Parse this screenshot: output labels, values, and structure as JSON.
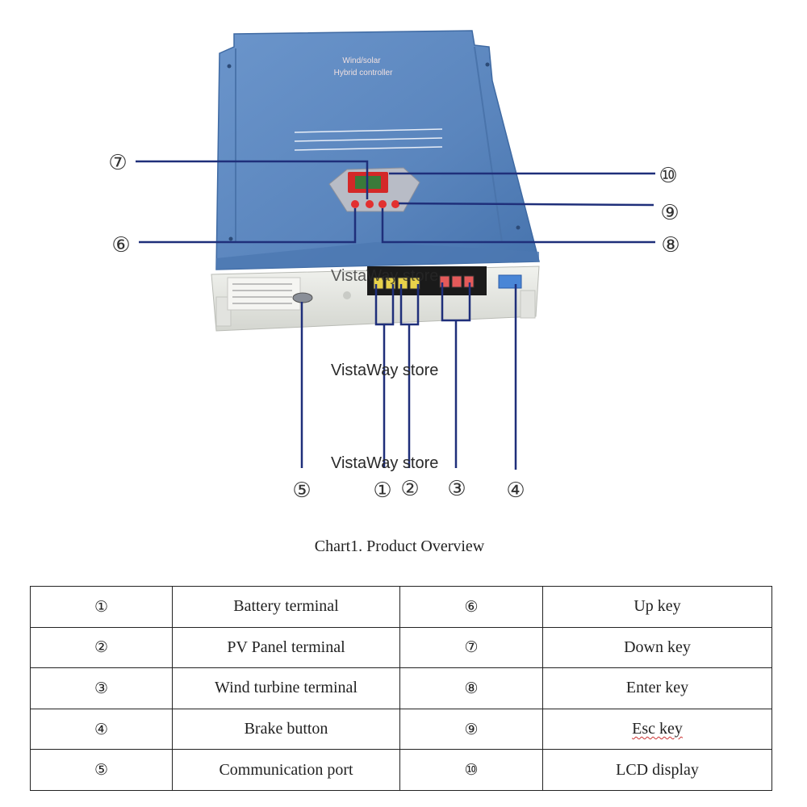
{
  "product": {
    "panel_text_line1": "Wind/solar",
    "panel_text_line2": "Hybrid controller"
  },
  "callouts": {
    "c1": "①",
    "c2": "②",
    "c3": "③",
    "c4": "④",
    "c5": "⑤",
    "c6": "⑥",
    "c7": "⑦",
    "c8": "⑧",
    "c9": "⑨",
    "c10": "⑩"
  },
  "watermarks": {
    "w1": "VistaWay store",
    "w2": "VistaWay store",
    "w3": "VistaWay store"
  },
  "caption": "Chart1. Product Overview",
  "legend": {
    "rows": [
      {
        "num_left": "①",
        "label_left": "Battery terminal",
        "num_right": "⑥",
        "label_right": "Up key"
      },
      {
        "num_left": "②",
        "label_left": "PV Panel terminal",
        "num_right": "⑦",
        "label_right": "Down key"
      },
      {
        "num_left": "③",
        "label_left": "Wind turbine terminal",
        "num_right": "⑧",
        "label_right": "Enter key"
      },
      {
        "num_left": "④",
        "label_left": "Brake button",
        "num_right": "⑨",
        "label_right": "Esc key"
      },
      {
        "num_left": "⑤",
        "label_left": "Communication port",
        "num_right": "⑩",
        "label_right": "LCD display"
      }
    ]
  },
  "colors": {
    "housing": "#5b86bd",
    "housing_dark": "#3f6aa3",
    "leader": "#1f2f7a",
    "key": "#e23030",
    "lcd_frame": "#d42828",
    "lcd_screen": "#3a7a3a"
  }
}
